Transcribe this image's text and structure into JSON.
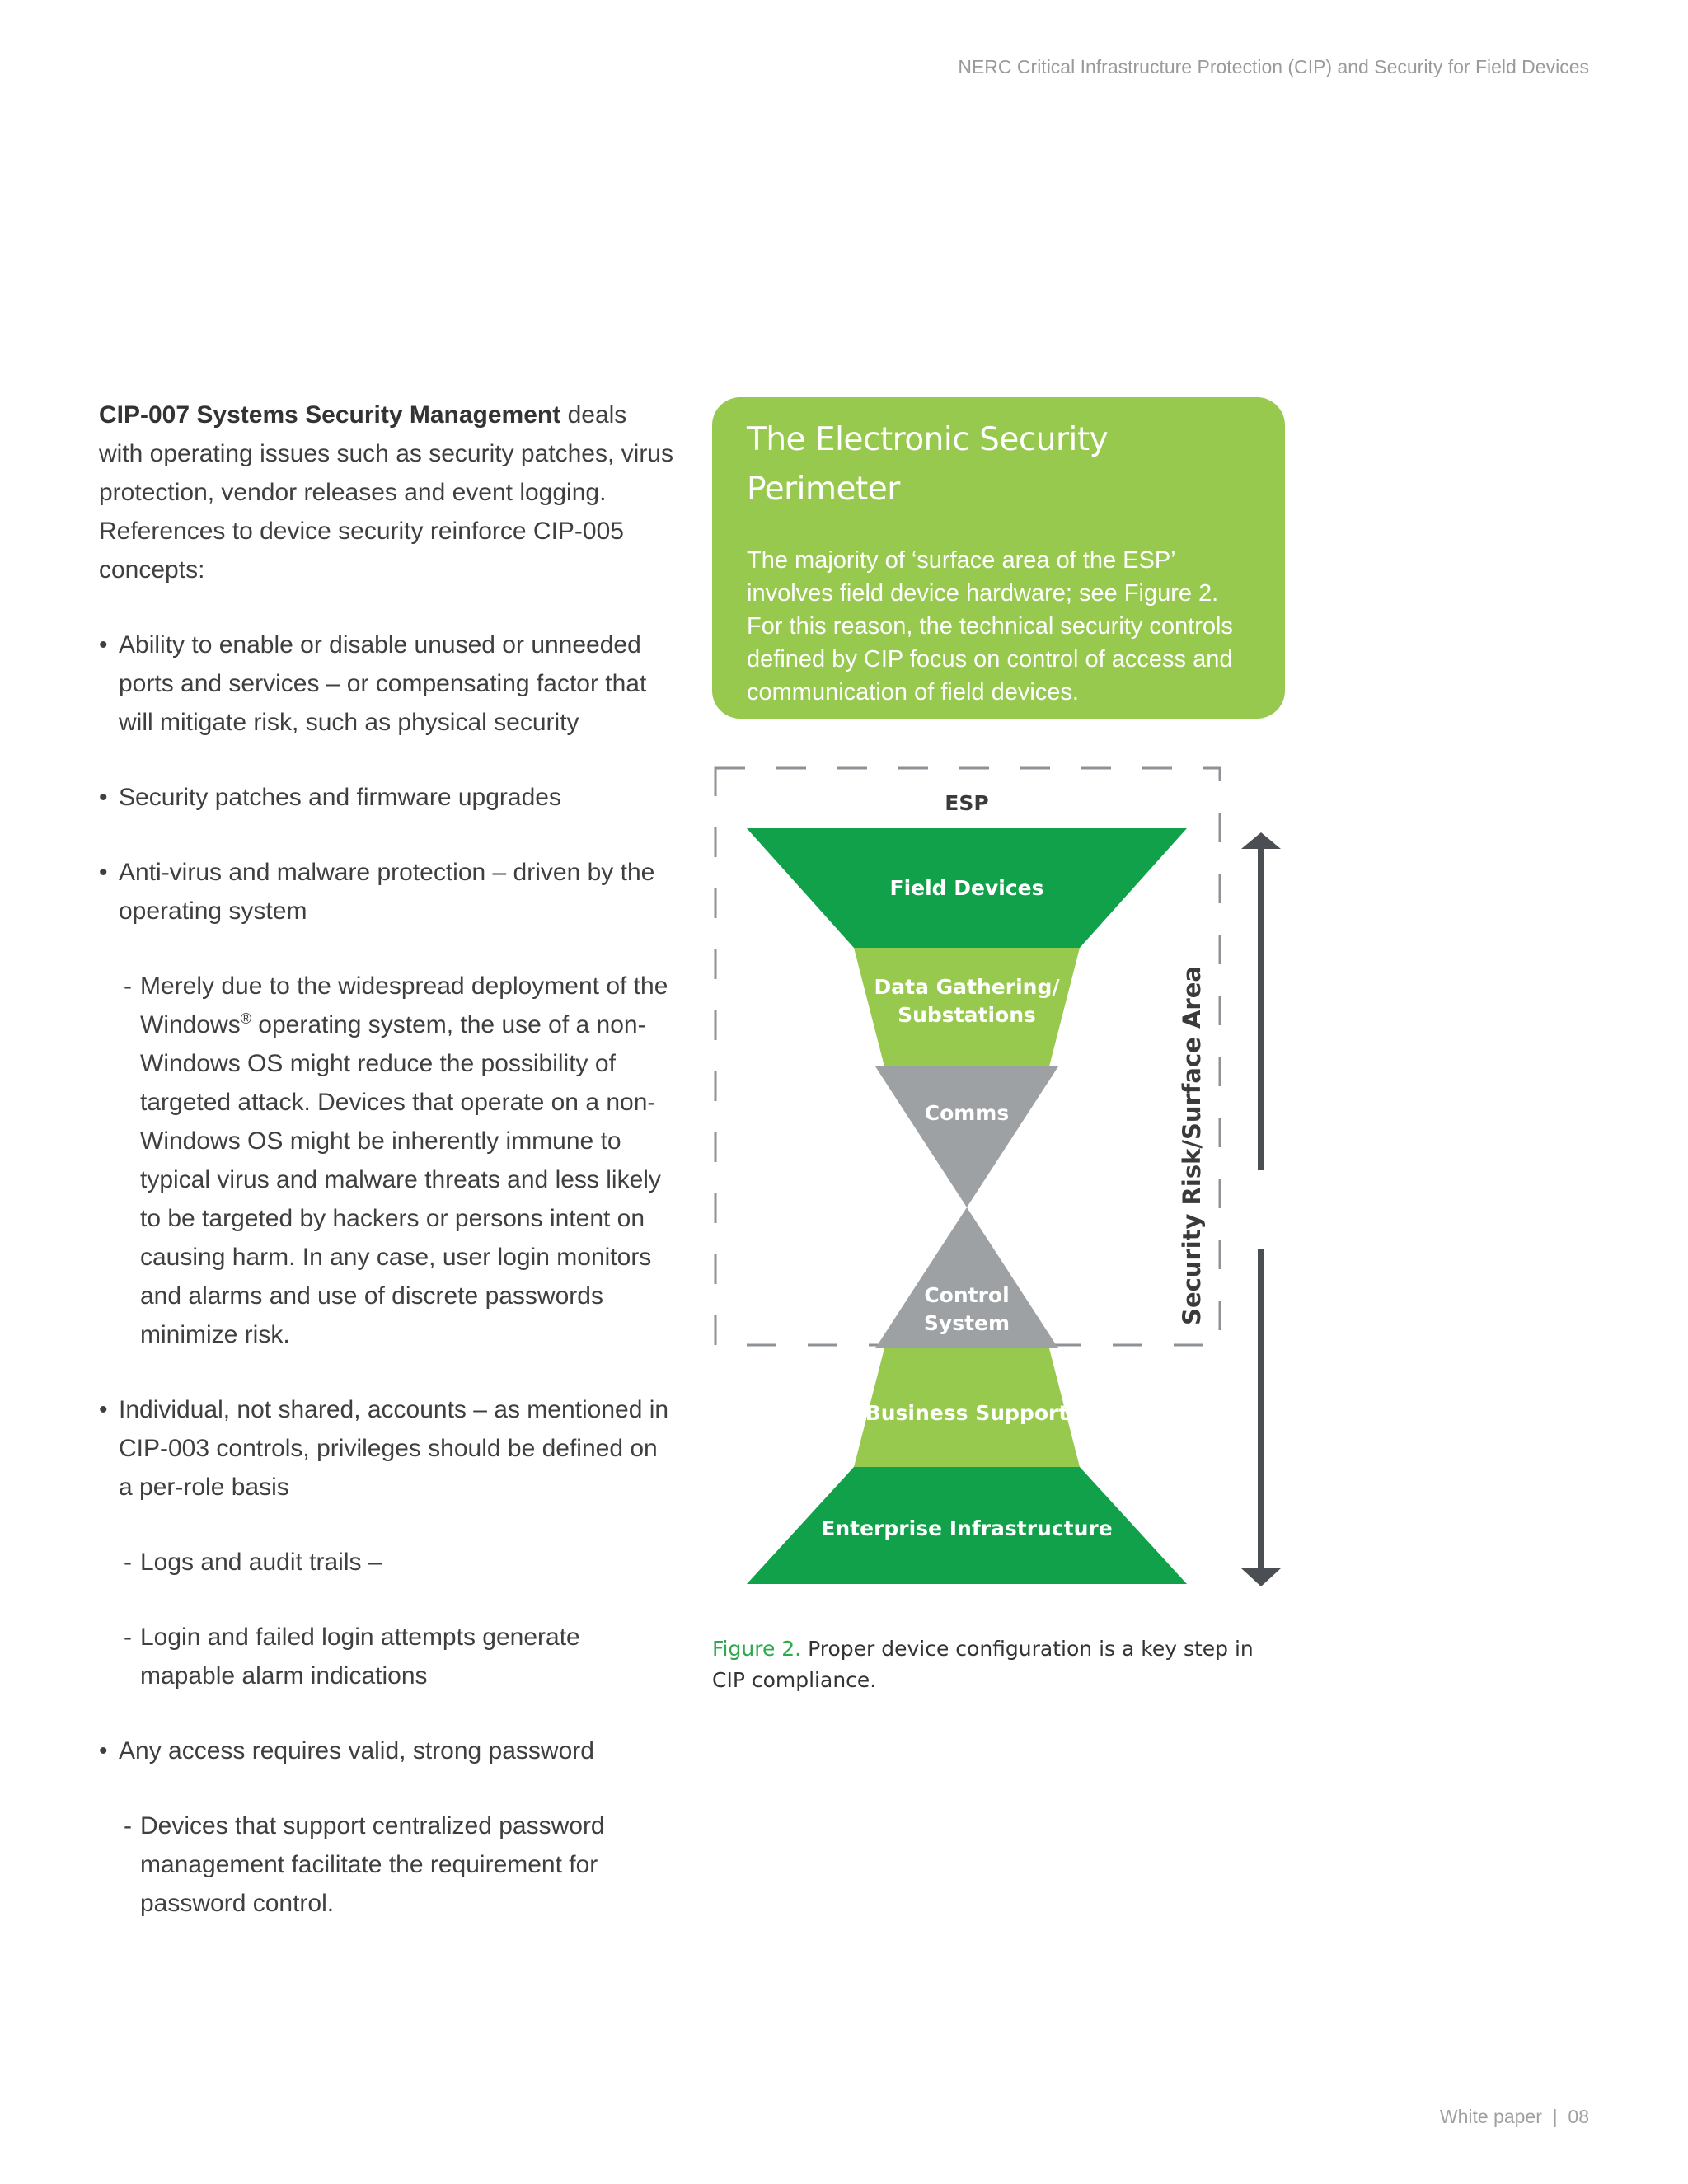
{
  "header": {
    "title": "NERC Critical Infrastructure Protection (CIP) and Security for Field Devices"
  },
  "intro": {
    "bold": "CIP-007 Systems Security Management",
    "rest": " deals with operating issues such as security patches, virus protection, vendor releases and event logging. References to device security reinforce CIP-005 concepts:"
  },
  "bullets": {
    "b1": "Ability to enable or disable unused or unneeded ports and services – or compensating factor that will mitigate risk, such as physical security",
    "b2": "Security patches and firmware upgrades",
    "b3": "Anti-virus and malware protection – driven by the operating system",
    "b3_sub_before": "Merely due to the widespread deployment of the Windows",
    "b3_sub_reg": "®",
    "b3_sub_after": " operating system, the use of a non-Windows OS might reduce the possibility of targeted attack. Devices that operate on a non-Windows OS might be inherently immune to typical virus and malware threats and less likely to be targeted by hackers or persons intent on causing harm. In any case, user login monitors and alarms and use of discrete passwords minimize risk.",
    "b4": "Individual, not shared, accounts – as mentioned in CIP-003 controls, privileges should be defined on a per-role basis",
    "b4_sub1": "Logs and audit trails –",
    "b4_sub2": "Login and failed login attempts generate mapable alarm indications",
    "b5": "Any access requires valid, strong password",
    "b5_sub": "Devices that support centralized password management facilitate the requirement for password control.",
    "bullet_char": "•",
    "dash_char": "-"
  },
  "callout": {
    "title": "The Electronic Security Perimeter",
    "body": "The majority of ‘surface area of the ESP’ involves field device hardware; see Figure 2. For this reason, the technical security controls defined by CIP focus on control of access and communication of field devices."
  },
  "diagram": {
    "esp_label": "ESP",
    "layers": [
      {
        "line1": "Field Devices",
        "line2": "",
        "color": "#10a14a"
      },
      {
        "line1": "Data Gathering/",
        "line2": "Substations",
        "color": "#97c94e"
      },
      {
        "line1": "Comms",
        "line2": "",
        "color": "#9da1a4"
      },
      {
        "line1": "Control",
        "line2": "System",
        "color": "#9da1a4"
      },
      {
        "line1": "Business Support",
        "line2": "",
        "color": "#97c94e"
      },
      {
        "line1": "Enterprise Infrastructure",
        "line2": "",
        "color": "#10a14a"
      }
    ],
    "axis_label": "Security Risk/Surface Area",
    "arrow_color": "#4b4f54",
    "dash_color": "#8e9296"
  },
  "caption": {
    "label": "Figure 2.",
    "text": " Proper device configuration is a key step in CIP compliance."
  },
  "footer": {
    "text": "White paper  |  08"
  }
}
